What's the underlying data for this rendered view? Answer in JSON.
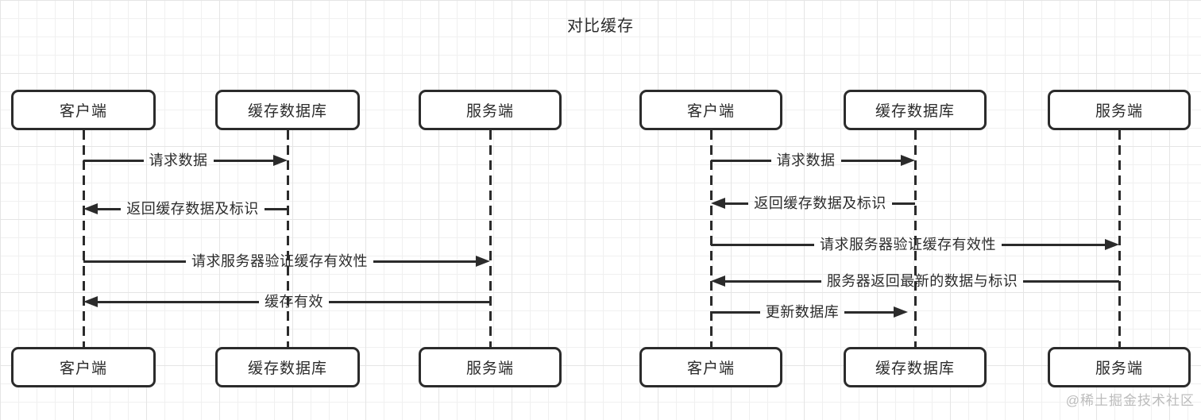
{
  "title": "对比缓存",
  "watermark": "@稀土掘金技术社区",
  "colors": {
    "stroke": "#2b2b2b",
    "grid": "#f0f0f0",
    "grid_major": "#e5e5e5",
    "background": "#ffffff",
    "watermark_text": "#bcbcbc"
  },
  "diagrams": [
    {
      "side": "left",
      "participants": [
        {
          "label": "客户端"
        },
        {
          "label": "缓存数据库"
        },
        {
          "label": "服务端"
        }
      ],
      "messages": [
        {
          "label": "请求数据",
          "from": "客户端",
          "to": "缓存数据库",
          "direction": "right"
        },
        {
          "label": "返回缓存数据及标识",
          "from": "缓存数据库",
          "to": "客户端",
          "direction": "left"
        },
        {
          "label": "请求服务器验证缓存有效性",
          "from": "客户端",
          "to": "服务端",
          "direction": "right"
        },
        {
          "label": "缓存有效",
          "from": "服务端",
          "to": "客户端",
          "direction": "left"
        }
      ]
    },
    {
      "side": "right",
      "participants": [
        {
          "label": "客户端"
        },
        {
          "label": "缓存数据库"
        },
        {
          "label": "服务端"
        }
      ],
      "messages": [
        {
          "label": "请求数据",
          "from": "客户端",
          "to": "缓存数据库",
          "direction": "right"
        },
        {
          "label": "返回缓存数据及标识",
          "from": "缓存数据库",
          "to": "客户端",
          "direction": "left"
        },
        {
          "label": "请求服务器验证缓存有效性",
          "from": "客户端",
          "to": "服务端",
          "direction": "right"
        },
        {
          "label": "服务器返回最新的数据与标识",
          "from": "服务端",
          "to": "客户端",
          "direction": "left"
        },
        {
          "label": "更新数据库",
          "from": "客户端",
          "to": "缓存数据库",
          "direction": "right"
        }
      ]
    }
  ]
}
